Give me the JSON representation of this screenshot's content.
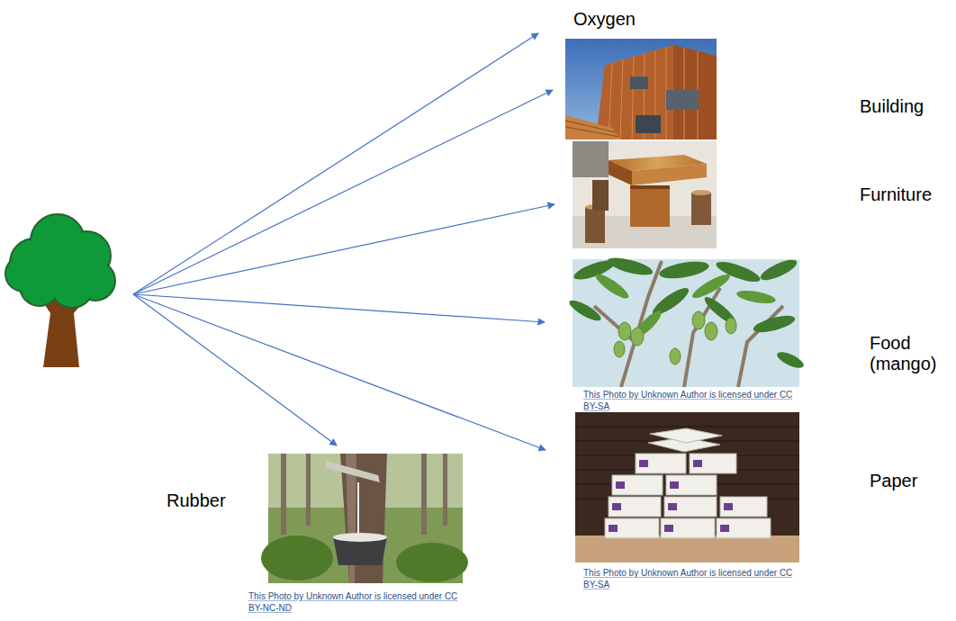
{
  "diagram": {
    "labels": [
      "Oxygen",
      "Building",
      "Furniture",
      "Food (mango)",
      "Paper",
      "Rubber",
      "This Photo by Unknown Author is licensed under CC BY-SA",
      "This Photo by Unknown Author is licensed under CC BY-SA",
      "This Photo by Unknown Author is licensed under CC BY-NC-ND"
    ]
  }
}
